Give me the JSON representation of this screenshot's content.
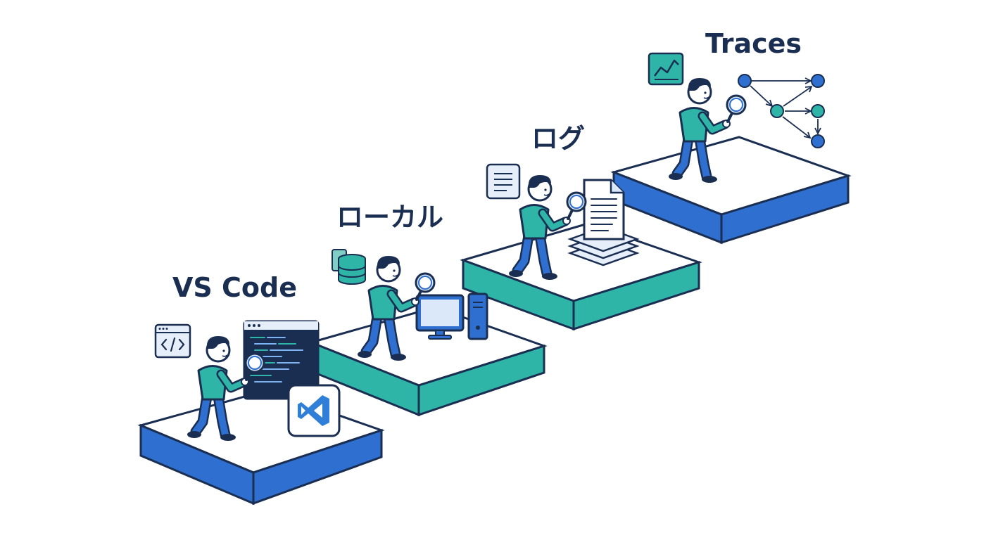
{
  "stages": [
    {
      "label": "VS Code"
    },
    {
      "label": "ローカル"
    },
    {
      "label": "ログ"
    },
    {
      "label": "Traces"
    }
  ],
  "colors": {
    "navy": "#1a2e52",
    "blue": "#2f6fd0",
    "teal": "#2fb5a8",
    "skin": "#ffffff",
    "panel": "#e6eef9"
  },
  "icons": {
    "vscode": [
      "code-window-icon",
      "code-editor-icon",
      "vscode-logo-icon"
    ],
    "local": [
      "database-icon",
      "desktop-computer-icon"
    ],
    "logs": [
      "document-icon",
      "log-stack-icon"
    ],
    "traces": [
      "chart-icon",
      "trace-graph-icon"
    ]
  }
}
